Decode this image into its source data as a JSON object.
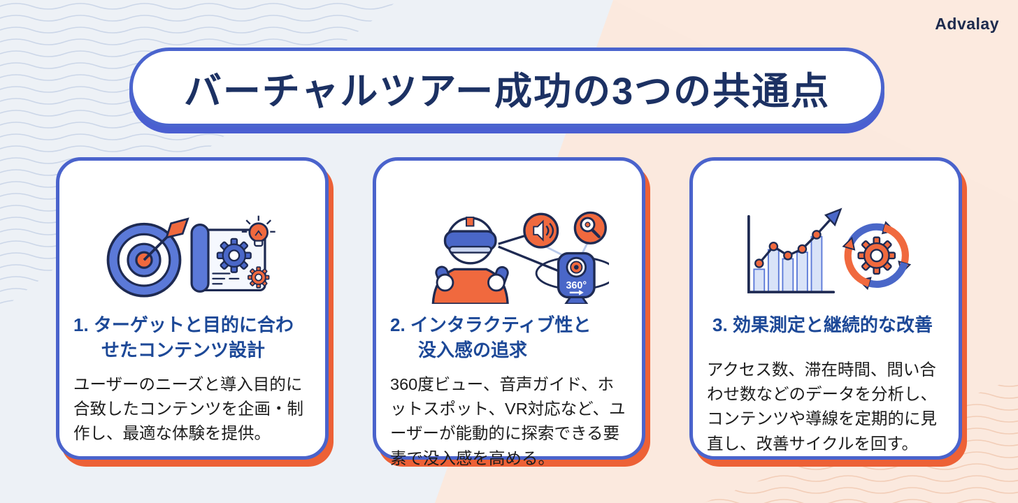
{
  "brand": "Advalay",
  "header": {
    "title": "バーチャルツアー成功の3つの共通点"
  },
  "cards": [
    {
      "icon": "target-and-blueprint-icon",
      "heading": "1. ターゲットと目的に合わせたコンテンツ設計",
      "heading_lines": [
        "1. ターゲットと目的に合わ",
        "せたコンテンツ設計"
      ],
      "body": "ユーザーのニーズと導入目的に合致したコンテンツを企画・制作し、最適な体験を提供。"
    },
    {
      "icon": "vr-user-and-360-camera-icon",
      "heading": "2. インタラクティブ性と没入感の追求",
      "heading_lines": [
        "2. インタラクティブ性と",
        "没入感の追求"
      ],
      "icon_text": "360°",
      "body": "360度ビュー、音声ガイド、ホットスポット、VR対応など、ユーザーが能動的に探索できる要素で没入感を高める。"
    },
    {
      "icon": "growth-chart-and-improvement-cycle-icon",
      "heading": "3. 効果測定と継続的な改善",
      "heading_lines": [
        "3. 効果測定と継続的な改善"
      ],
      "body": "アクセス数、滞在時間、問い合わせ数などのデータを分析し、コンテンツや導線を定期的に見直し、改善サイクルを回す。"
    }
  ],
  "colors": {
    "accent_blue": "#4a63cc",
    "accent_orange": "#ed6136",
    "heading_blue": "#1c4897",
    "title_navy": "#1c3163",
    "background_left": "#edf1f6",
    "background_right": "#fbe9de"
  }
}
